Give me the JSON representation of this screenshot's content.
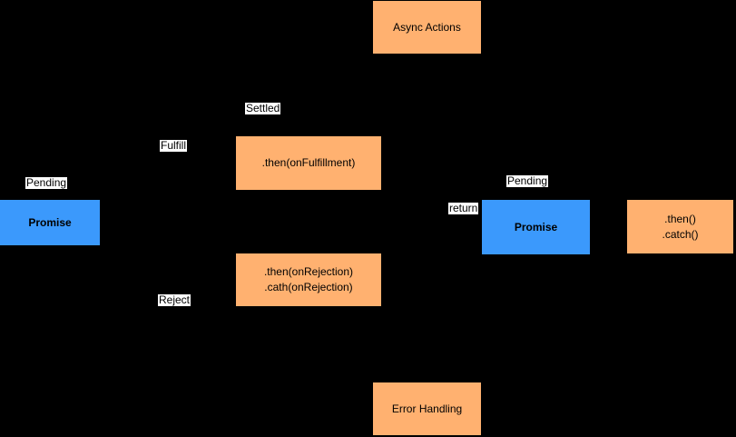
{
  "diagram": {
    "title": "Promise flow diagram",
    "background": "#000000",
    "colors": {
      "process_fill": "#FFB170",
      "state_fill": "#3B99FC",
      "label_bg": "#FFFFFF",
      "text_color": "#000000"
    },
    "nodes": {
      "async_actions": {
        "label": "Async Actions"
      },
      "then_onfulfillment": {
        "label": ".then(onFulfillment)"
      },
      "then_onrejection": {
        "line1": ".then(onRejection)",
        "line2": ".cath(onRejection)"
      },
      "promise_left": {
        "label": "Promise"
      },
      "promise_right": {
        "label": "Promise"
      },
      "then_catch": {
        "line1": ".then()",
        "line2": ".catch()"
      },
      "error_handling": {
        "label": "Error Handling"
      }
    },
    "edge_labels": {
      "pending_left": "Pending",
      "fulfill": "Fulfill",
      "settled": "Settled",
      "reject": "Reject",
      "return_label": "return",
      "pending_right": "Pending"
    }
  }
}
